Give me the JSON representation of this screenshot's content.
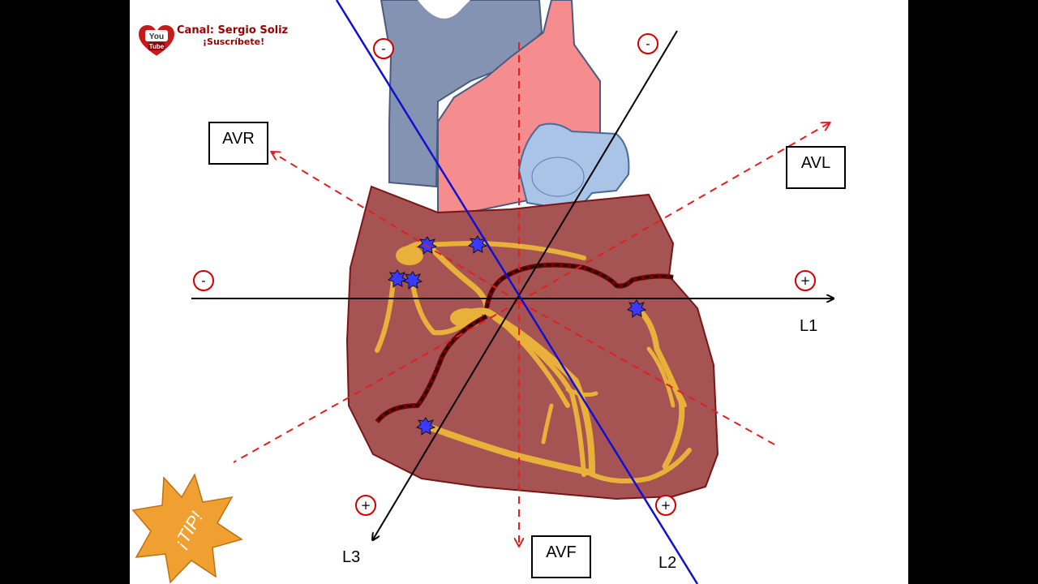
{
  "branding": {
    "logo_text_top": "You",
    "logo_text_bottom": "Tube",
    "channel_line": "Canal: Sergio Soliz",
    "subscribe_line": "¡Suscríbete!"
  },
  "leads": {
    "avr": "AVR",
    "avl": "AVL",
    "avf": "AVF",
    "l1": "L1",
    "l2": "L2",
    "l3": "L3"
  },
  "signs": {
    "minus": "-",
    "plus": "+"
  },
  "tip": "¡TIP!",
  "colors": {
    "heart_fill": "#a65353",
    "aorta_fill": "#f58d8f",
    "vena_cava_fill": "#8593b2",
    "atrium_fill": "#a9c4e6",
    "conduction_fill": "#e8b13a",
    "node_marker": "#3a3aff",
    "dashed_axis": "#e02020",
    "l2_axis": "#1010d0",
    "sign_circle": "#d00000",
    "tip_star": "#f0a030"
  }
}
